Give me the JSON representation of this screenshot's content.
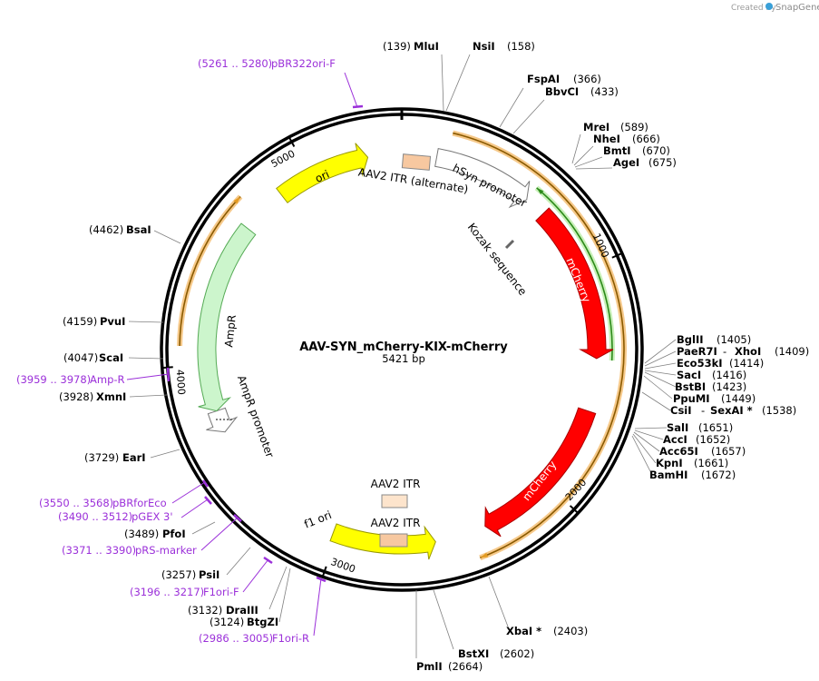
{
  "credit": {
    "created_by": "Created by",
    "brand": "SnapGene"
  },
  "plasmid": {
    "name": "AAV-SYN_mCherry-KIX-mCherry",
    "length": "5421 bp",
    "length_bp": 5421
  },
  "ticks": [
    {
      "pos": 1000,
      "label": "1000"
    },
    {
      "pos": 2000,
      "label": "2000"
    },
    {
      "pos": 3000,
      "label": "3000"
    },
    {
      "pos": 4000,
      "label": "4000"
    },
    {
      "pos": 5000,
      "label": "5000"
    }
  ],
  "features": [
    {
      "id": "hsyn",
      "label": "hSyn promoter",
      "start": 155,
      "end": 600,
      "kind": "arrow",
      "color": "#ffffff",
      "stroke": "#777777",
      "text_white": false
    },
    {
      "id": "mcherry1",
      "label": "mCherry",
      "start": 695,
      "end": 1395,
      "kind": "arrow",
      "color": "#ff0000",
      "stroke": "#aa0000",
      "text_white": true
    },
    {
      "id": "mcherry2",
      "label": "mCherry",
      "start": 1630,
      "end": 2330,
      "kind": "arrow",
      "color": "#ff0000",
      "stroke": "#aa0000",
      "text_white": true
    },
    {
      "id": "f1ori",
      "label": "f1 ori",
      "start": 3020,
      "end": 2560,
      "kind": "arrow",
      "color": "#ffff00",
      "stroke": "#999900",
      "text_white": false
    },
    {
      "id": "ampr_prom",
      "label": "AmpR promoter",
      "start": 3790,
      "end": 3690,
      "kind": "arrow",
      "color": "#ffffff",
      "stroke": "#777777",
      "text_white": false
    },
    {
      "id": "ampr",
      "label": "AmpR",
      "start": 4640,
      "end": 3790,
      "kind": "arrow",
      "color": "#ccf5cc",
      "stroke": "#55aa55",
      "text_white": false
    },
    {
      "id": "ori",
      "label": "ori",
      "start": 4850,
      "end": 5270,
      "kind": "arrow",
      "color": "#ffff00",
      "stroke": "#999900",
      "text_white": false
    },
    {
      "id": "itr_alt",
      "label": "AAV2 ITR (alternate)",
      "start": 5370,
      "end": 5421,
      "kind": "box",
      "color": "#f7c8a0",
      "stroke": "#888888",
      "text_white": false
    },
    {
      "id": "itr_1",
      "label": "AAV2 ITR",
      "start": 2660,
      "end": 2690,
      "kind": "box",
      "color": "#fde4cc",
      "stroke": "#888888",
      "text_white": false
    },
    {
      "id": "itr_2",
      "label": "AAV2 ITR",
      "start": 2560,
      "end": 2600,
      "kind": "box",
      "color": "#f7c8a0",
      "stroke": "#888888",
      "text_white": false
    },
    {
      "id": "kozak",
      "label": "Kozak sequence",
      "start": 680,
      "end": 694,
      "kind": "tick",
      "color": "#999999",
      "stroke": "#666666",
      "text_white": false
    }
  ],
  "orange_arcs": [
    {
      "start": 200,
      "end": 2400
    },
    {
      "start": 4080,
      "end": 4720
    }
  ],
  "green_arc": {
    "start": 600,
    "end": 1400
  },
  "sites": [
    {
      "name": "MluI",
      "pos": "(139)",
      "side": "left"
    },
    {
      "name": "NsiI",
      "pos": "(158)",
      "side": "right"
    },
    {
      "name": "FspAI",
      "pos": "(366)",
      "side": "right"
    },
    {
      "name": "BbvCI",
      "pos": "(433)",
      "side": "right"
    },
    {
      "name": "MreI",
      "pos": "(589)",
      "side": "right"
    },
    {
      "name": "NheI",
      "pos": "(666)",
      "side": "right"
    },
    {
      "name": "BmtI",
      "pos": "(670)",
      "side": "right"
    },
    {
      "name": "AgeI",
      "pos": "(675)",
      "side": "right"
    },
    {
      "name": "BglII",
      "pos": "(1405)",
      "side": "right"
    },
    {
      "name": "PaeR7I",
      "name2": "XhoI",
      "pos": "(1409)",
      "side": "right"
    },
    {
      "name": "Eco53kI",
      "pos": "(1414)",
      "side": "right"
    },
    {
      "name": "SacI",
      "pos": "(1416)",
      "side": "right"
    },
    {
      "name": "BstBI",
      "pos": "(1423)",
      "side": "right"
    },
    {
      "name": "PpuMI",
      "pos": "(1449)",
      "side": "right"
    },
    {
      "name": "CsiI",
      "name2": "SexAI *",
      "pos": "(1538)",
      "side": "right"
    },
    {
      "name": "SalI",
      "pos": "(1651)",
      "side": "right"
    },
    {
      "name": "AccI",
      "pos": "(1652)",
      "side": "right"
    },
    {
      "name": "Acc65I",
      "pos": "(1657)",
      "side": "right"
    },
    {
      "name": "KpnI",
      "pos": "(1661)",
      "side": "right"
    },
    {
      "name": "BamHI",
      "pos": "(1672)",
      "side": "right"
    },
    {
      "name": "XbaI *",
      "pos": "(2403)",
      "side": "right"
    },
    {
      "name": "BstXI",
      "pos": "(2602)",
      "side": "right"
    },
    {
      "name": "PmlI",
      "pos": "(2664)",
      "side": "right"
    },
    {
      "name": "BtgZI",
      "pos": "(3124)",
      "side": "left"
    },
    {
      "name": "DraIII",
      "pos": "(3132)",
      "side": "left"
    },
    {
      "name": "PsiI",
      "pos": "(3257)",
      "side": "left"
    },
    {
      "name": "PfoI",
      "pos": "(3489)",
      "side": "left"
    },
    {
      "name": "EarI",
      "pos": "(3729)",
      "side": "left"
    },
    {
      "name": "XmnI",
      "pos": "(3928)",
      "side": "left"
    },
    {
      "name": "ScaI",
      "pos": "(4047)",
      "side": "left"
    },
    {
      "name": "PvuI",
      "pos": "(4159)",
      "side": "left"
    },
    {
      "name": "BsaI",
      "pos": "(4462)",
      "side": "left"
    }
  ],
  "primers": [
    {
      "range": "(5261 .. 5280)",
      "name": "pBR322ori-F"
    },
    {
      "range": "(3959 .. 3978)",
      "name": "Amp-R"
    },
    {
      "range": "(3550 .. 3568)",
      "name": "pBRforEco"
    },
    {
      "range": "(3490 .. 3512)",
      "name": "pGEX 3'"
    },
    {
      "range": "(3371 .. 3390)",
      "name": "pRS-marker"
    },
    {
      "range": "(3196 .. 3217)",
      "name": "F1ori-F"
    },
    {
      "range": "(2986 .. 3005)",
      "name": "F1ori-R"
    }
  ]
}
